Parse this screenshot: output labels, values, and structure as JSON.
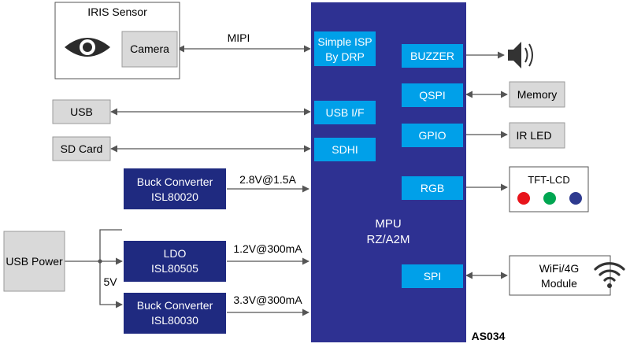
{
  "iris": {
    "title": "IRIS Sensor",
    "camera": "Camera"
  },
  "left": {
    "usb": "USB",
    "sd": "SD Card",
    "usb_power": "USB Power",
    "v5": "5V"
  },
  "power": {
    "buck1": {
      "line1": "Buck Converter",
      "line2": "ISL80020",
      "out": "2.8V@1.5A"
    },
    "ldo": {
      "line1": "LDO",
      "line2": "ISL80505",
      "out": "1.2V@300mA"
    },
    "buck2": {
      "line1": "Buck Converter",
      "line2": "ISL80030",
      "out": "3.3V@300mA"
    }
  },
  "mipi": "MIPI",
  "mpu": {
    "line1": "MPU",
    "line2": "RZ/A2M",
    "isp_line1": "Simple ISP",
    "isp_line2": "By DRP",
    "usbif": "USB I/F",
    "sdhi": "SDHI",
    "buzzer": "BUZZER",
    "qspi": "QSPI",
    "gpio": "GPIO",
    "rgb": "RGB",
    "spi": "SPI"
  },
  "right": {
    "memory": "Memory",
    "irled": "IR LED",
    "tft": "TFT-LCD",
    "wifi_line1": "WiFi/4G",
    "wifi_line2": "Module"
  },
  "code": "AS034",
  "colors": {
    "mpu": "#2E3192",
    "sub": "#00A0E9",
    "power": "#1F2A80",
    "gray": "#D9D9D9",
    "line": "#555555",
    "red": "#E8141B",
    "green": "#00A651",
    "blue": "#2E3A8F"
  },
  "icons": [
    "eye-icon",
    "speaker-icon",
    "wifi-icon"
  ]
}
